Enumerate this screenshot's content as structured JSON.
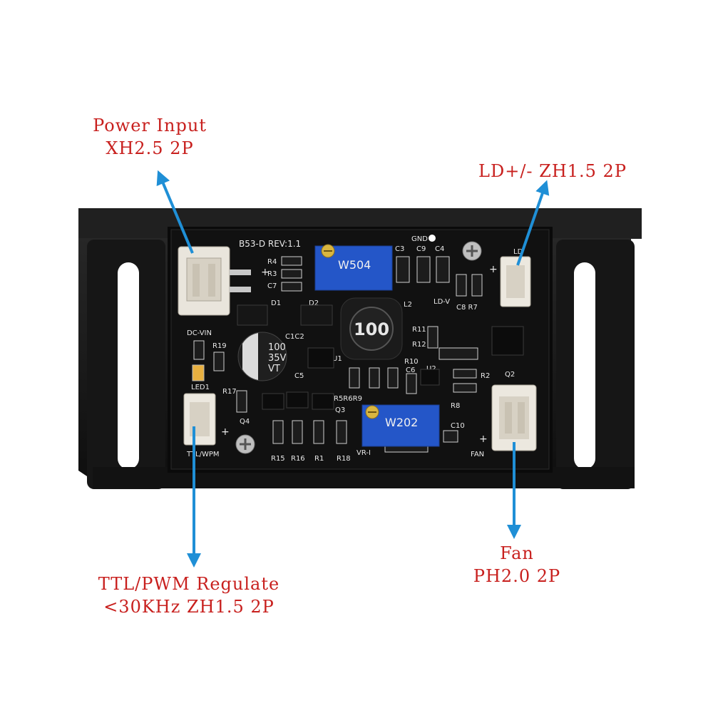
{
  "callouts": {
    "power": {
      "line1": "Power Input",
      "line2": "XH2.5 2P"
    },
    "ld": {
      "line1": "LD+/- ZH1.5 2P"
    },
    "ttl": {
      "line1": "TTL/PWM Regulate",
      "line2": "<30KHz ZH1.5 2P"
    },
    "fan": {
      "line1": "Fan",
      "line2": "PH2.0 2P"
    }
  },
  "board": {
    "model": "B53-D REV:1.1",
    "inductor": "100",
    "capacitor": [
      "100",
      "35V",
      "VT"
    ],
    "pot_top": "W504",
    "pot_bottom": "W202",
    "silk": {
      "dcvin": "DC-VIN",
      "led1": "LED1",
      "ttlwpm": "TTL/WPM",
      "fan": "FAN",
      "ld": "LD",
      "gnd": "GND",
      "ldv": "LD-V",
      "vri": "VR-I",
      "r4": "R4",
      "r3": "R3",
      "c7": "C7",
      "d1": "D1",
      "d2": "D2",
      "c1c2": "C1C2",
      "r19": "R19",
      "r17": "R17",
      "q4": "Q4",
      "u1": "U1",
      "c5": "C5",
      "c3": "C3",
      "c9": "C9",
      "c4": "C4",
      "l2": "L2",
      "c8r7": "C8 R7",
      "r11": "R11",
      "r12": "R12",
      "r10": "R10",
      "c6": "C6",
      "u2": "U2",
      "r2": "R2",
      "q2": "Q2",
      "r8": "R8",
      "c10": "C10",
      "r5r6r9": "R5R6R9",
      "q3": "Q3",
      "r15": "R15",
      "r16": "R16",
      "r1": "R1",
      "r18": "R18"
    }
  },
  "colors": {
    "label": "#c8201e",
    "arrow": "#1f8fd6",
    "pcb": "#111111",
    "frame": "#1a1a1a",
    "pot": "#2456c8"
  }
}
